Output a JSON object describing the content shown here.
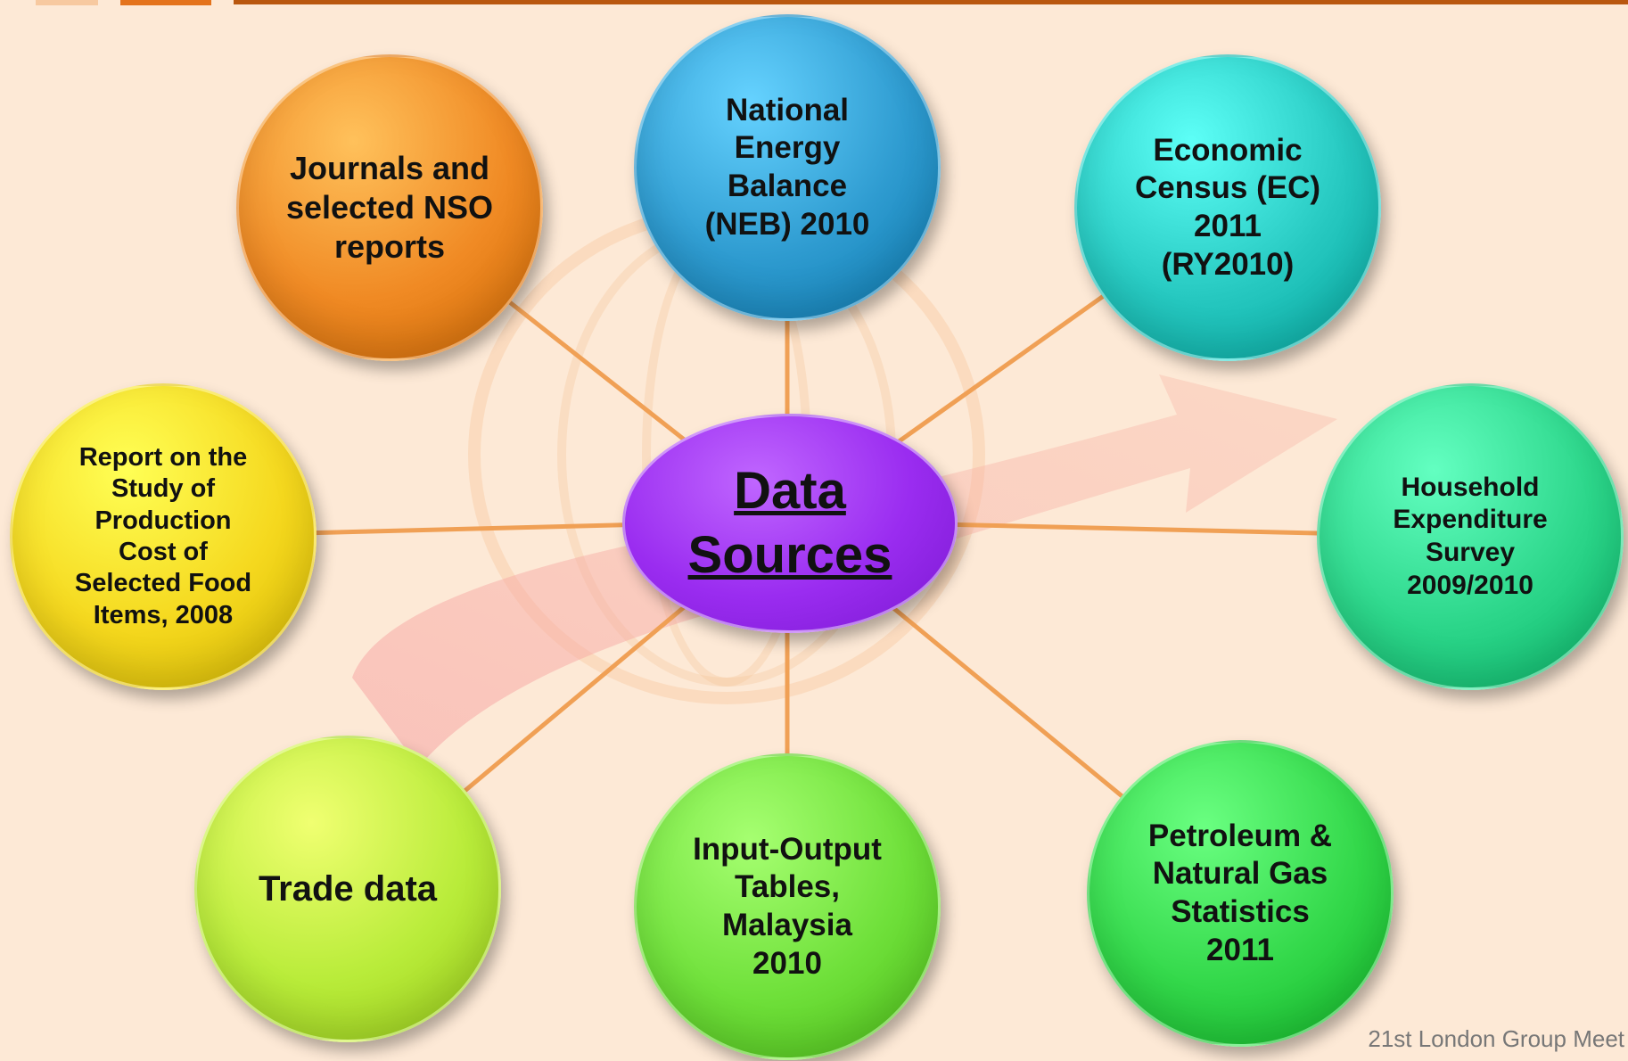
{
  "center": {
    "label": "Data\nSources",
    "color": "#9a2cf0"
  },
  "nodes": [
    {
      "id": "journals",
      "label": "Journals and\nselected NSO\nreports",
      "color": "#f08a24"
    },
    {
      "id": "neb",
      "label": "National\nEnergy\nBalance\n(NEB) 2010",
      "color": "#2e9bd0"
    },
    {
      "id": "economic-census",
      "label": "Economic\nCensus (EC)\n2011\n(RY2010)",
      "color": "#26c8c0"
    },
    {
      "id": "household",
      "label": "Household\nExpenditure\nSurvey\n2009/2010",
      "color": "#2cd68a"
    },
    {
      "id": "petroleum",
      "label": "Petroleum &\nNatural Gas\nStatistics\n2011",
      "color": "#33d84a"
    },
    {
      "id": "input-output",
      "label": "Input-Output\nTables,\nMalaysia\n2010",
      "color": "#6fe03a"
    },
    {
      "id": "trade",
      "label": "Trade data",
      "color": "#b9ec3a"
    },
    {
      "id": "food-cost",
      "label": "Report on the\nStudy of\nProduction\nCost of\nSelected Food\nItems, 2008",
      "color": "#f5d81e"
    }
  ],
  "footer": "21st London Group Meet",
  "link_color": "#f0a055"
}
